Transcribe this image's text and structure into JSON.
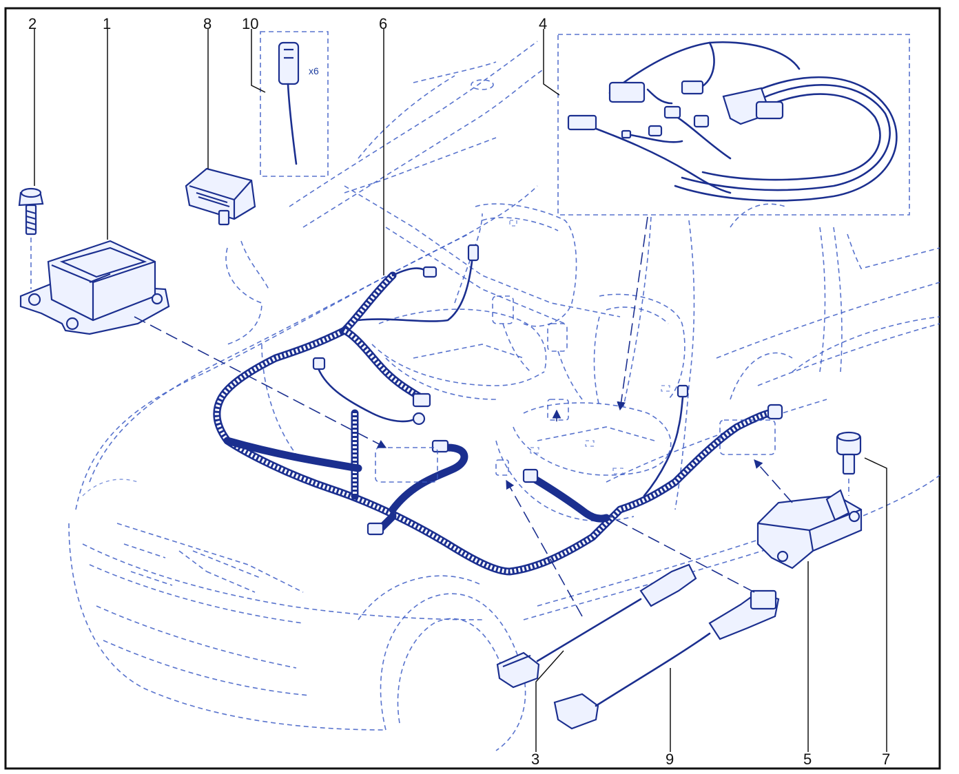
{
  "diagram": {
    "callouts": [
      {
        "id": "c1",
        "label": "1"
      },
      {
        "id": "c2",
        "label": "2"
      },
      {
        "id": "c3",
        "label": "3"
      },
      {
        "id": "c4",
        "label": "4"
      },
      {
        "id": "c5",
        "label": "5"
      },
      {
        "id": "c6",
        "label": "6"
      },
      {
        "id": "c7",
        "label": "7"
      },
      {
        "id": "c8",
        "label": "8"
      },
      {
        "id": "c9",
        "label": "9"
      },
      {
        "id": "c10",
        "label": "10"
      }
    ],
    "quantity_note": "x6"
  }
}
